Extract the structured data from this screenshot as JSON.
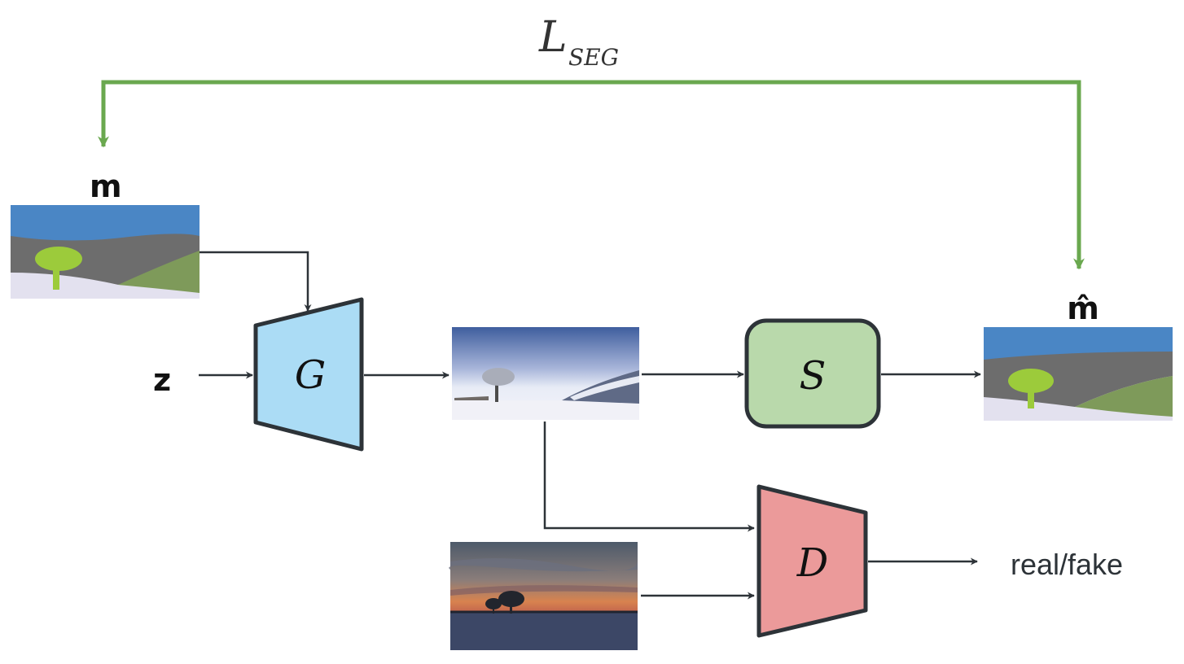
{
  "loss": {
    "symbol": "L",
    "subscript": "SEG"
  },
  "inputs": {
    "mask_label": "m",
    "noise_label": "z",
    "pred_mask_label": "m̂"
  },
  "modules": {
    "generator": {
      "label": "G",
      "fill": "#abdcf5"
    },
    "segmenter": {
      "label": "S",
      "fill": "#b9d9ab"
    },
    "discriminator": {
      "label": "D",
      "fill": "#eb9a9a"
    }
  },
  "output_label": "real/fake",
  "colors": {
    "loss_arrow": "#6aa84f",
    "flow_arrow": "#2d3338",
    "mask_sky": "#4a86c5",
    "mask_ground": "#6d6d6d",
    "mask_tree": "#9ccb3b",
    "mask_hill": "#7e9a5a",
    "mask_snow": "#e3e1ef"
  },
  "icons": {
    "input_mask": "segmentation-map-thumbnail",
    "generated": "snowy-landscape-photo-thumbnail",
    "real": "sunset-field-photo-thumbnail",
    "predicted_mask": "segmentation-map-thumbnail"
  }
}
